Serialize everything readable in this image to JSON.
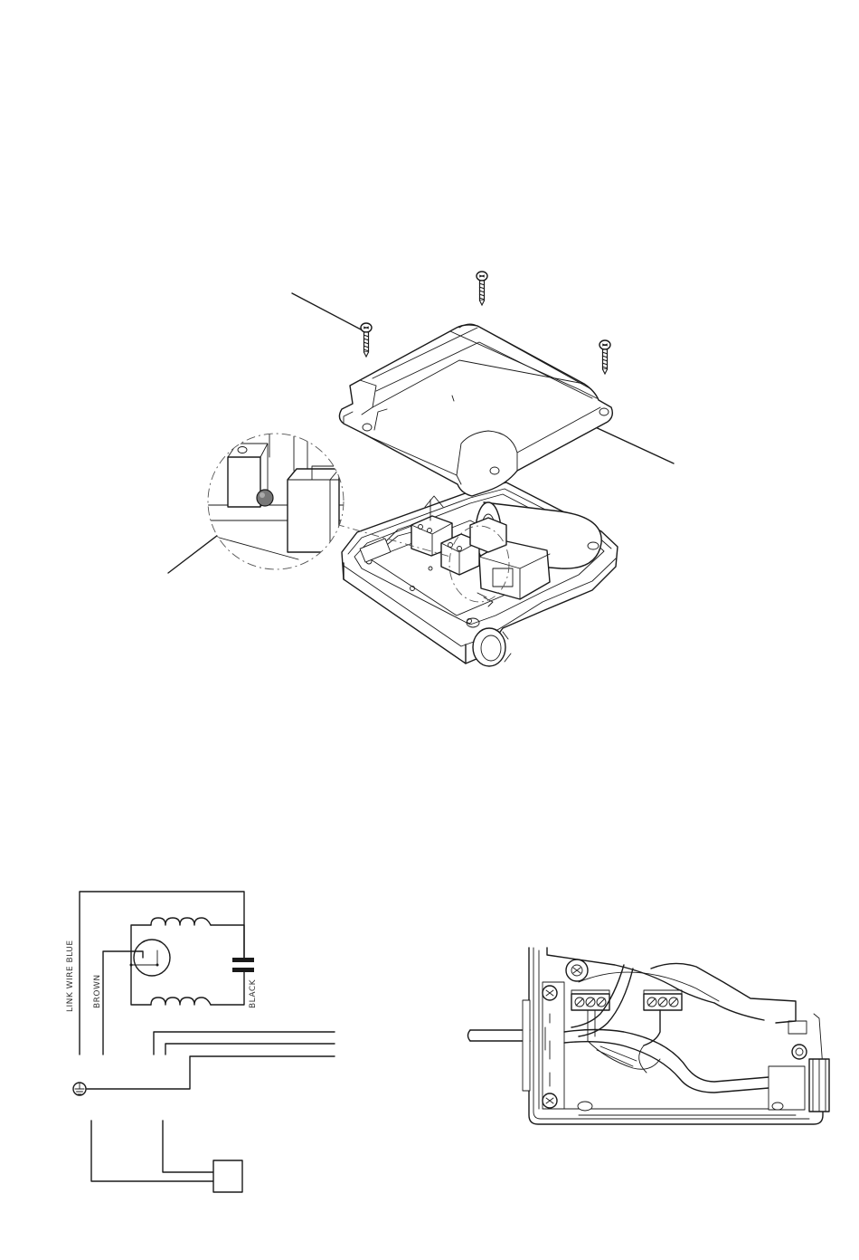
{
  "wiring_diagram": {
    "labels": {
      "link_wire": "LINK WIRE BLUE",
      "brown": "BROWN",
      "black": "BLACK"
    }
  },
  "icons": {
    "ground": "earth-ground-icon",
    "screw": "screw-icon"
  },
  "colors": {
    "line": "#1a1a1a",
    "background": "#ffffff"
  }
}
